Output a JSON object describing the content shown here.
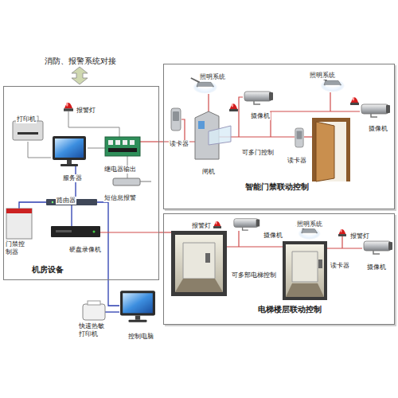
{
  "diagram": {
    "nodes": [
      {
        "text": [
          "机房设备"
        ]
      },
      {
        "text": [
          "智能门禁联动控制"
        ]
      },
      {
        "text": [
          "电梯楼层联动控制"
        ]
      }
    ],
    "edges": [
      {
        "from": 0,
        "to": 1,
        "arrow": "none"
      },
      {
        "from": 0,
        "to": 2,
        "arrow": "none"
      }
    ],
    "labels": [
      "消防、报警系统对接",
      "打印机",
      "报警灯",
      "继电器输出",
      "服务器",
      "短信息报警",
      "路由器",
      "门禁控制器",
      "硬盘录像机",
      "照明系统",
      "摄像机",
      "读卡器",
      "闸机",
      "可多门控制",
      "照明系统",
      "摄像机",
      "读卡器",
      "报警灯",
      "摄像机",
      "照明系统",
      "报警灯",
      "读卡器",
      "摄像机",
      "可多部电梯控制",
      "快速热敏打印机",
      "控制电脑"
    ]
  }
}
